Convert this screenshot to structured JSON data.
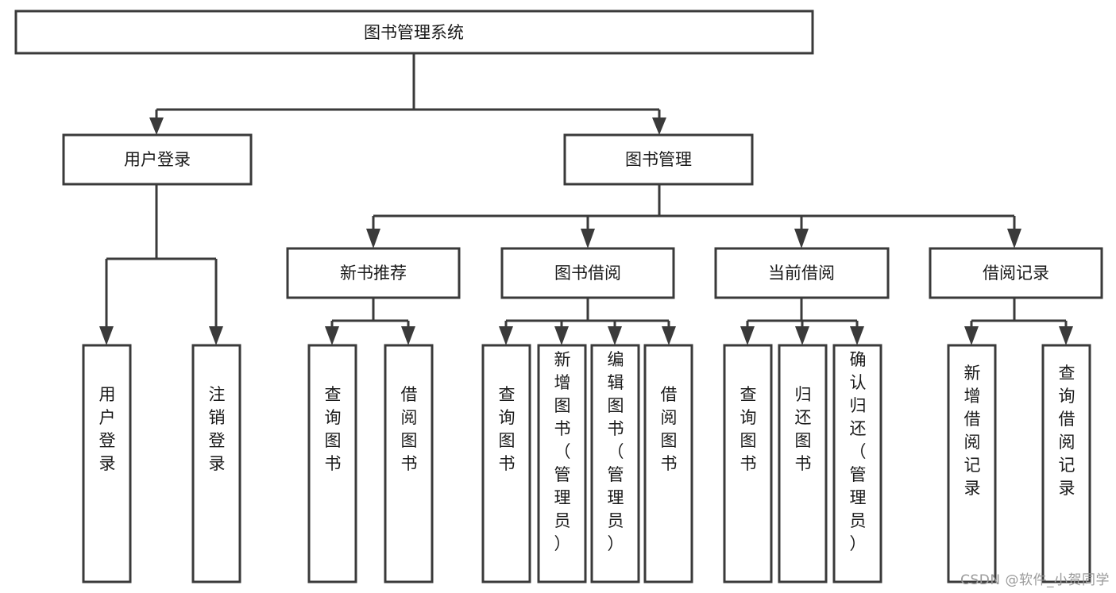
{
  "diagram": {
    "title": "图书管理系统",
    "type": "tree",
    "orientation": "top-down",
    "colors": {
      "box_fill": "#ffffff",
      "box_stroke": "#3a3a3a",
      "text": "#1a1a1a",
      "background": "#ffffff",
      "watermark": "#9a9a9a"
    }
  },
  "watermark": {
    "text": "CSDN @软件_小贺同学"
  },
  "nodes": {
    "root": {
      "label": "图书管理系统",
      "level": 1,
      "orientation": "horizontal"
    },
    "l2": [
      {
        "id": "user-login",
        "label": "用户登录",
        "level": 2,
        "orientation": "horizontal"
      },
      {
        "id": "book-management",
        "label": "图书管理",
        "level": 2,
        "orientation": "horizontal"
      }
    ],
    "l3": [
      {
        "id": "new-book-recommend",
        "label": "新书推荐",
        "level": 3,
        "orientation": "horizontal",
        "parent": "book-management"
      },
      {
        "id": "book-borrow",
        "label": "图书借阅",
        "level": 3,
        "orientation": "horizontal",
        "parent": "book-management"
      },
      {
        "id": "current-borrow",
        "label": "当前借阅",
        "level": 3,
        "orientation": "horizontal",
        "parent": "book-management"
      },
      {
        "id": "borrow-record",
        "label": "借阅记录",
        "level": 3,
        "orientation": "horizontal",
        "parent": "book-management"
      }
    ],
    "leaves": [
      {
        "id": "leaf-user-login",
        "label": "用户登录",
        "parent": "user-login",
        "orientation": "vertical"
      },
      {
        "id": "leaf-user-logout",
        "label": "注销登录",
        "parent": "user-login",
        "orientation": "vertical"
      },
      {
        "id": "leaf-query-book-1",
        "label": "查询图书",
        "parent": "new-book-recommend",
        "orientation": "vertical"
      },
      {
        "id": "leaf-borrow-book-1",
        "label": "借阅图书",
        "parent": "new-book-recommend",
        "orientation": "vertical"
      },
      {
        "id": "leaf-query-book-2",
        "label": "查询图书",
        "parent": "book-borrow",
        "orientation": "vertical"
      },
      {
        "id": "leaf-add-book",
        "label": "新增图书（管理员）",
        "parent": "book-borrow",
        "orientation": "vertical"
      },
      {
        "id": "leaf-edit-book",
        "label": "编辑图书（管理员）",
        "parent": "book-borrow",
        "orientation": "vertical"
      },
      {
        "id": "leaf-borrow-book-2",
        "label": "借阅图书",
        "parent": "book-borrow",
        "orientation": "vertical"
      },
      {
        "id": "leaf-query-book-3",
        "label": "查询图书",
        "parent": "current-borrow",
        "orientation": "vertical"
      },
      {
        "id": "leaf-return-book",
        "label": "归还图书",
        "parent": "current-borrow",
        "orientation": "vertical"
      },
      {
        "id": "leaf-confirm-return",
        "label": "确认归还（管理员）",
        "parent": "current-borrow",
        "orientation": "vertical"
      },
      {
        "id": "leaf-add-record",
        "label": "新增借阅记录",
        "parent": "borrow-record",
        "orientation": "vertical"
      },
      {
        "id": "leaf-query-record",
        "label": "查询借阅记录",
        "parent": "borrow-record",
        "orientation": "vertical"
      }
    ]
  },
  "edges": [
    {
      "from": "root",
      "to": "user-login"
    },
    {
      "from": "root",
      "to": "book-management"
    },
    {
      "from": "book-management",
      "to": "new-book-recommend"
    },
    {
      "from": "book-management",
      "to": "book-borrow"
    },
    {
      "from": "book-management",
      "to": "current-borrow"
    },
    {
      "from": "book-management",
      "to": "borrow-record"
    },
    {
      "from": "user-login",
      "to": "leaf-user-login"
    },
    {
      "from": "user-login",
      "to": "leaf-user-logout"
    },
    {
      "from": "new-book-recommend",
      "to": "leaf-query-book-1"
    },
    {
      "from": "new-book-recommend",
      "to": "leaf-borrow-book-1"
    },
    {
      "from": "book-borrow",
      "to": "leaf-query-book-2"
    },
    {
      "from": "book-borrow",
      "to": "leaf-add-book"
    },
    {
      "from": "book-borrow",
      "to": "leaf-edit-book"
    },
    {
      "from": "book-borrow",
      "to": "leaf-borrow-book-2"
    },
    {
      "from": "current-borrow",
      "to": "leaf-query-book-3"
    },
    {
      "from": "current-borrow",
      "to": "leaf-return-book"
    },
    {
      "from": "current-borrow",
      "to": "leaf-confirm-return"
    },
    {
      "from": "borrow-record",
      "to": "leaf-add-record"
    },
    {
      "from": "borrow-record",
      "to": "leaf-query-record"
    }
  ]
}
